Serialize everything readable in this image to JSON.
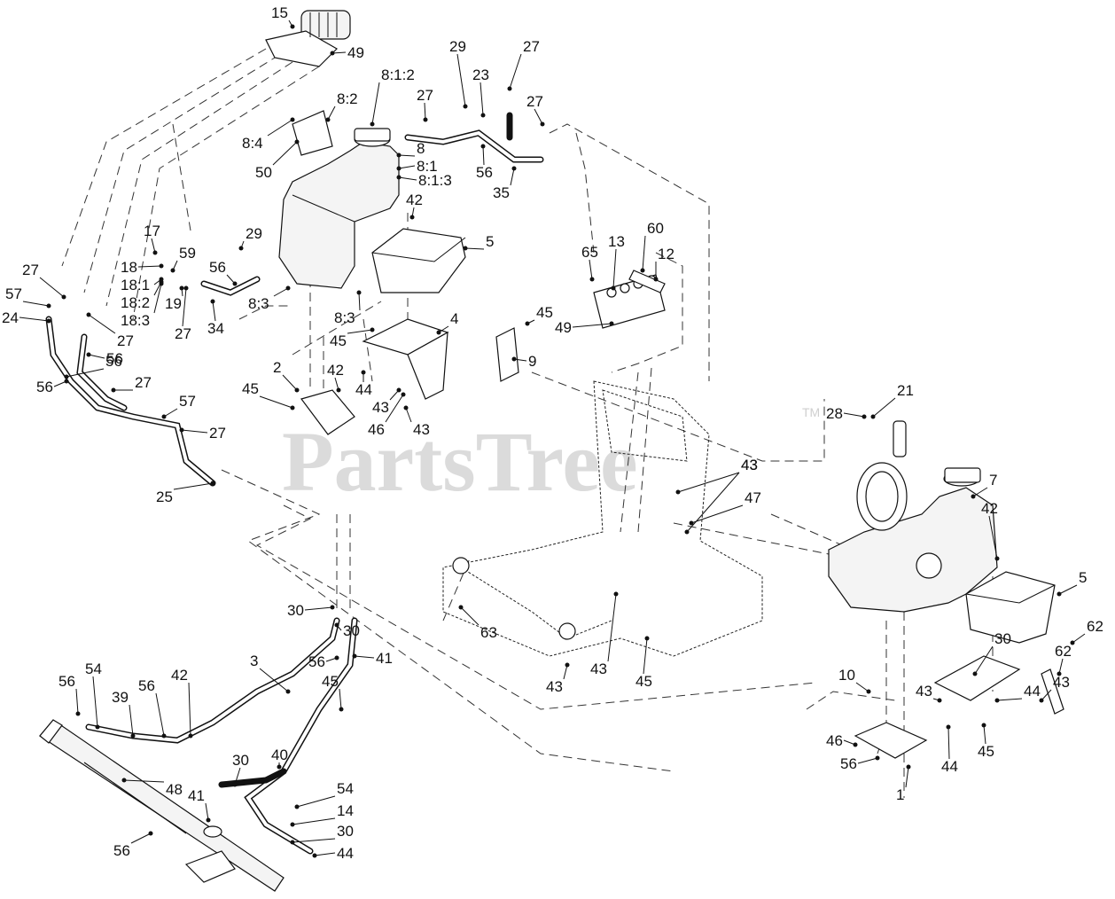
{
  "watermark": {
    "text": "PartsTree",
    "tm": "TM"
  },
  "callouts": [
    "15",
    "49",
    "29",
    "27",
    "8:1:2",
    "23",
    "27",
    "8:2",
    "27",
    "8:4",
    "8",
    "8:1",
    "8:1:3",
    "50",
    "56",
    "35",
    "42",
    "17",
    "29",
    "5",
    "59",
    "65",
    "13",
    "60",
    "56",
    "12",
    "27",
    "18",
    "57",
    "18:1",
    "19",
    "8:3",
    "45",
    "18:2",
    "27",
    "34",
    "8:3",
    "49",
    "24",
    "18:3",
    "27",
    "45",
    "4",
    "56",
    "9",
    "2",
    "42",
    "27",
    "44",
    "45",
    "43",
    "56",
    "57",
    "27",
    "46",
    "43",
    "56",
    "21",
    "28",
    "43",
    "25",
    "47",
    "7",
    "42",
    "5",
    "30",
    "63",
    "30",
    "56",
    "41",
    "43",
    "43",
    "43",
    "45",
    "62",
    "3",
    "30",
    "56",
    "54",
    "39",
    "56",
    "42",
    "10",
    "62",
    "45",
    "43",
    "43",
    "44",
    "44",
    "1",
    "46",
    "45",
    "56",
    "40",
    "48",
    "30",
    "41",
    "54",
    "14",
    "56",
    "30",
    "44"
  ]
}
